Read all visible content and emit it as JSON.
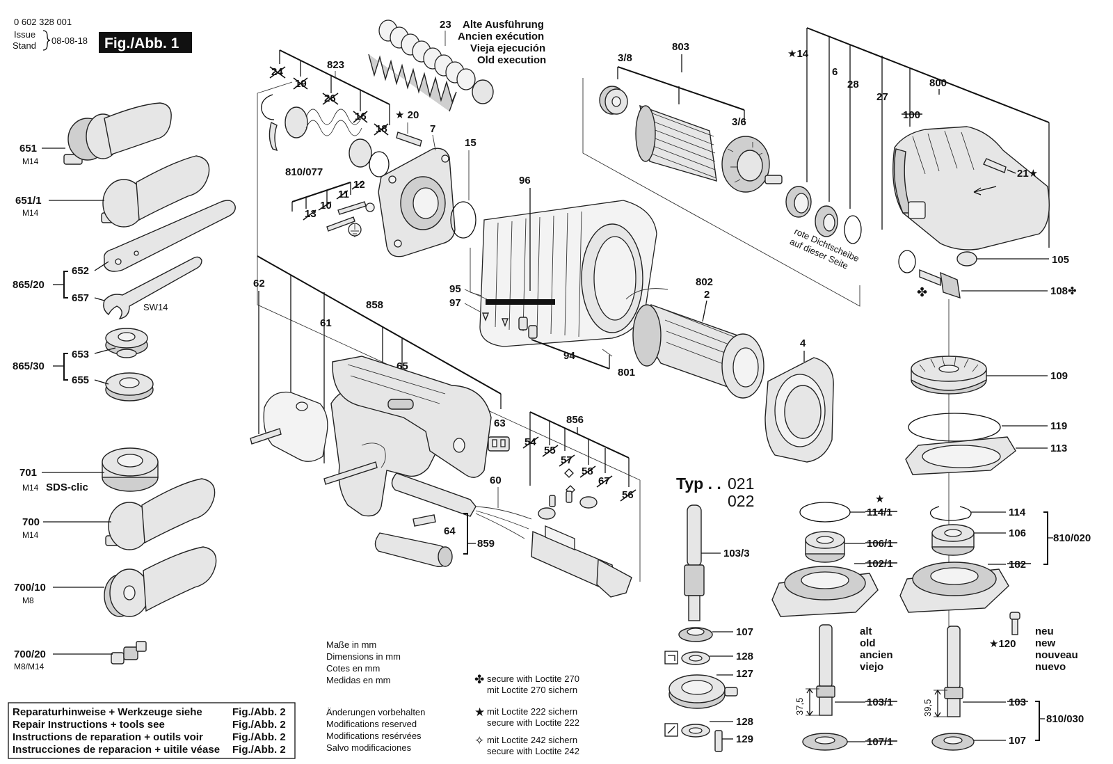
{
  "header": {
    "part_number": "0 602 328 001",
    "issue_label": "Issue",
    "stand_label": "Stand",
    "issue_date": "08-08-18",
    "figure_tag": "Fig./Abb. 1"
  },
  "old_execution": [
    "Alte Ausführung",
    "Ancien exécution",
    "Vieja ejecución",
    "Old execution"
  ],
  "typ": {
    "label": "Typ . .",
    "variant_a": "021",
    "variant_b": "022"
  },
  "dimensions_note": [
    "Maße in mm",
    "Dimensions in mm",
    "Cotes en mm",
    "Medidas en mm"
  ],
  "modifications_note": [
    "Änderungen vorbehalten",
    "Modifications reserved",
    "Modifications resérvées",
    "Salvo modificaciones"
  ],
  "legend": [
    {
      "symbol": "✤",
      "lines": [
        "secure with Loctite 270",
        "mit Loctite 270 sichern"
      ]
    },
    {
      "symbol": "★",
      "lines": [
        "mit Loctite 222 sichern",
        "secure with Loctite 222"
      ]
    },
    {
      "symbol": "✧",
      "lines": [
        "mit Loctite 242 sichern",
        "secure with Loctite 242"
      ]
    }
  ],
  "repair_box": [
    {
      "text": "Reparaturhinweise + Werkzeuge siehe",
      "ref": "Fig./Abb. 2"
    },
    {
      "text": "Repair Instructions + tools see",
      "ref": "Fig./Abb. 2"
    },
    {
      "text": "Instructions de reparation + outils voir",
      "ref": "Fig./Abb. 2"
    },
    {
      "text": "Instrucciones de reparacion + uitile véase",
      "ref": "Fig./Abb. 2"
    }
  ],
  "old_new": {
    "old": [
      "alt",
      "old",
      "ancien",
      "viejo"
    ],
    "new": [
      "neu",
      "new",
      "nouveau",
      "nuevo"
    ]
  },
  "seal_note": [
    "rote Dichtscheibe",
    "auf dieser Seite"
  ],
  "dimension_values": {
    "a": "37,5",
    "b": "39,5"
  },
  "labels": {
    "l651": "651",
    "l651m": "M14",
    "l6511": "651/1",
    "l6511m": "M14",
    "l86520": "865/20",
    "l652": "652",
    "l657": "657",
    "lsw14": "SW14",
    "l86530": "865/30",
    "l653": "653",
    "l655": "655",
    "l701": "701",
    "l701m": "M14",
    "lsds": "SDS-clic",
    "l700": "700",
    "l700m": "M14",
    "l70010": "700/10",
    "l70010m": "M8",
    "l70020": "700/20",
    "l70020m": "M8/M14",
    "l23": "23",
    "l823": "823",
    "l24": "24",
    "l19": "19",
    "l26": "26",
    "l16": "16",
    "l18": "18",
    "l20": "★ 20",
    "l7": "7",
    "l15": "15",
    "l810077": "810/077",
    "l10": "10",
    "l11": "11",
    "l12": "12",
    "l13": "13",
    "l803": "803",
    "l38": "3/8",
    "l36": "3/6",
    "l96": "96",
    "l14": "★14",
    "l6": "6",
    "l28": "28",
    "l27": "27",
    "l800": "800",
    "l100": "100",
    "l21": "21★",
    "l105": "105",
    "l108": "108✤",
    "l108s": "✤",
    "l802": "802",
    "l2": "2",
    "l4": "4",
    "l95": "95",
    "l97": "97",
    "l94": "94",
    "l801": "801",
    "l62": "62",
    "l61": "61",
    "l858": "858",
    "l65": "65",
    "l63": "63",
    "l856": "856",
    "l54": "54",
    "l55": "55",
    "l57": "57",
    "l58": "58",
    "l67": "67",
    "l56": "56",
    "l60": "60",
    "l64": "64",
    "l859": "859",
    "l109": "109",
    "l119": "119",
    "l113": "113",
    "l1033": "103/3",
    "l107a": "107",
    "l128a": "128",
    "l127": "127",
    "l128b": "128",
    "l129": "129",
    "l1141": "114/1",
    "l1141s": "★",
    "l1061": "106/1",
    "l1021": "102/1",
    "l1031": "103/1",
    "l1071": "107/1",
    "l114": "114",
    "l106": "106",
    "l182": "182",
    "l810020": "810/020",
    "l120": "★120",
    "l103": "103",
    "l107b": "107",
    "l810030": "810/030"
  }
}
